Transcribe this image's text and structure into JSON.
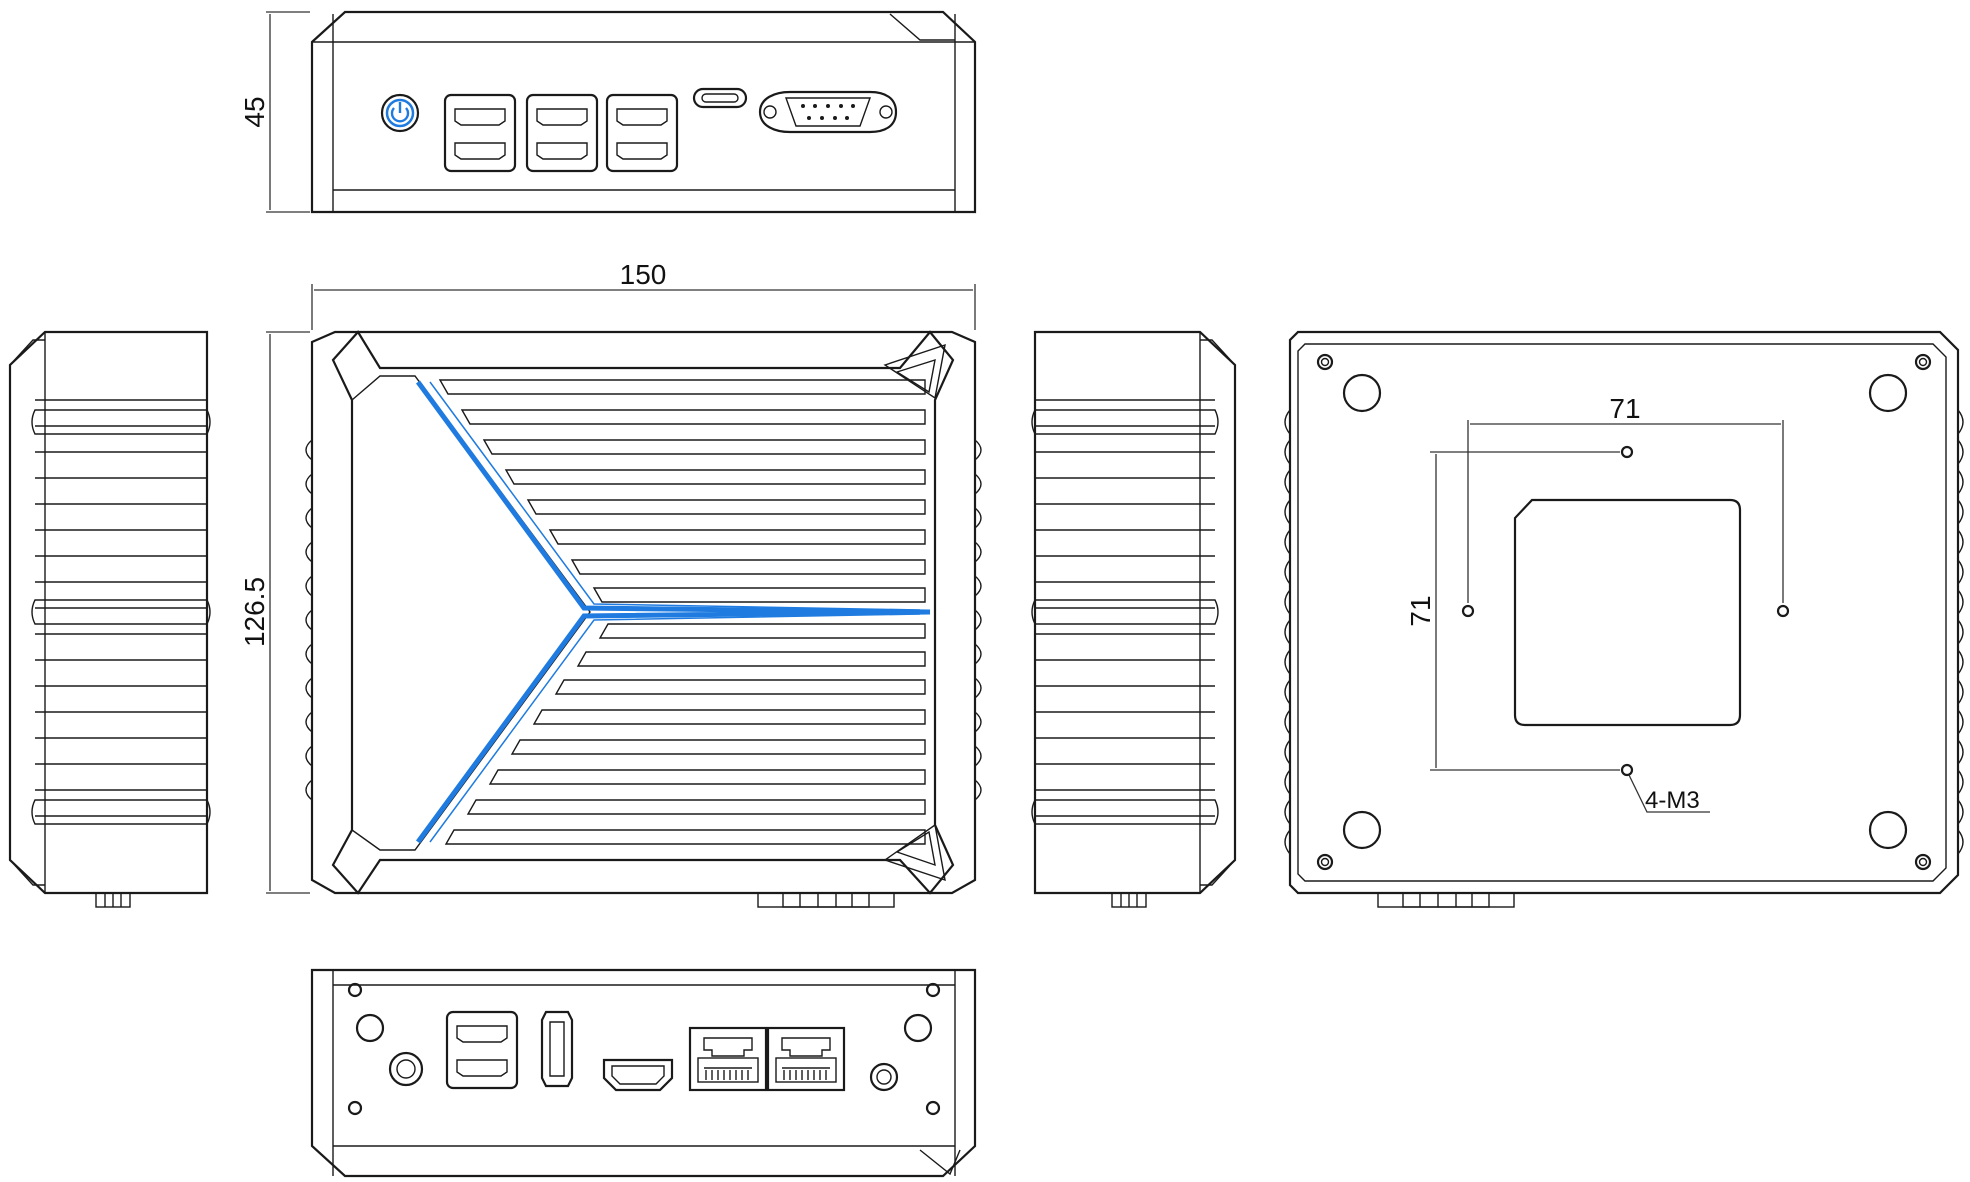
{
  "dimensions": {
    "height_front": "45",
    "width_top": "150",
    "depth_top": "126.5",
    "bottom_hole_spacing_x": "71",
    "bottom_hole_spacing_y": "71",
    "screw_spec": "4-M3"
  },
  "colors": {
    "accent_blue": "#1f7be0",
    "outline": "#1a1a1a"
  },
  "icons": {
    "power": "power-icon"
  }
}
